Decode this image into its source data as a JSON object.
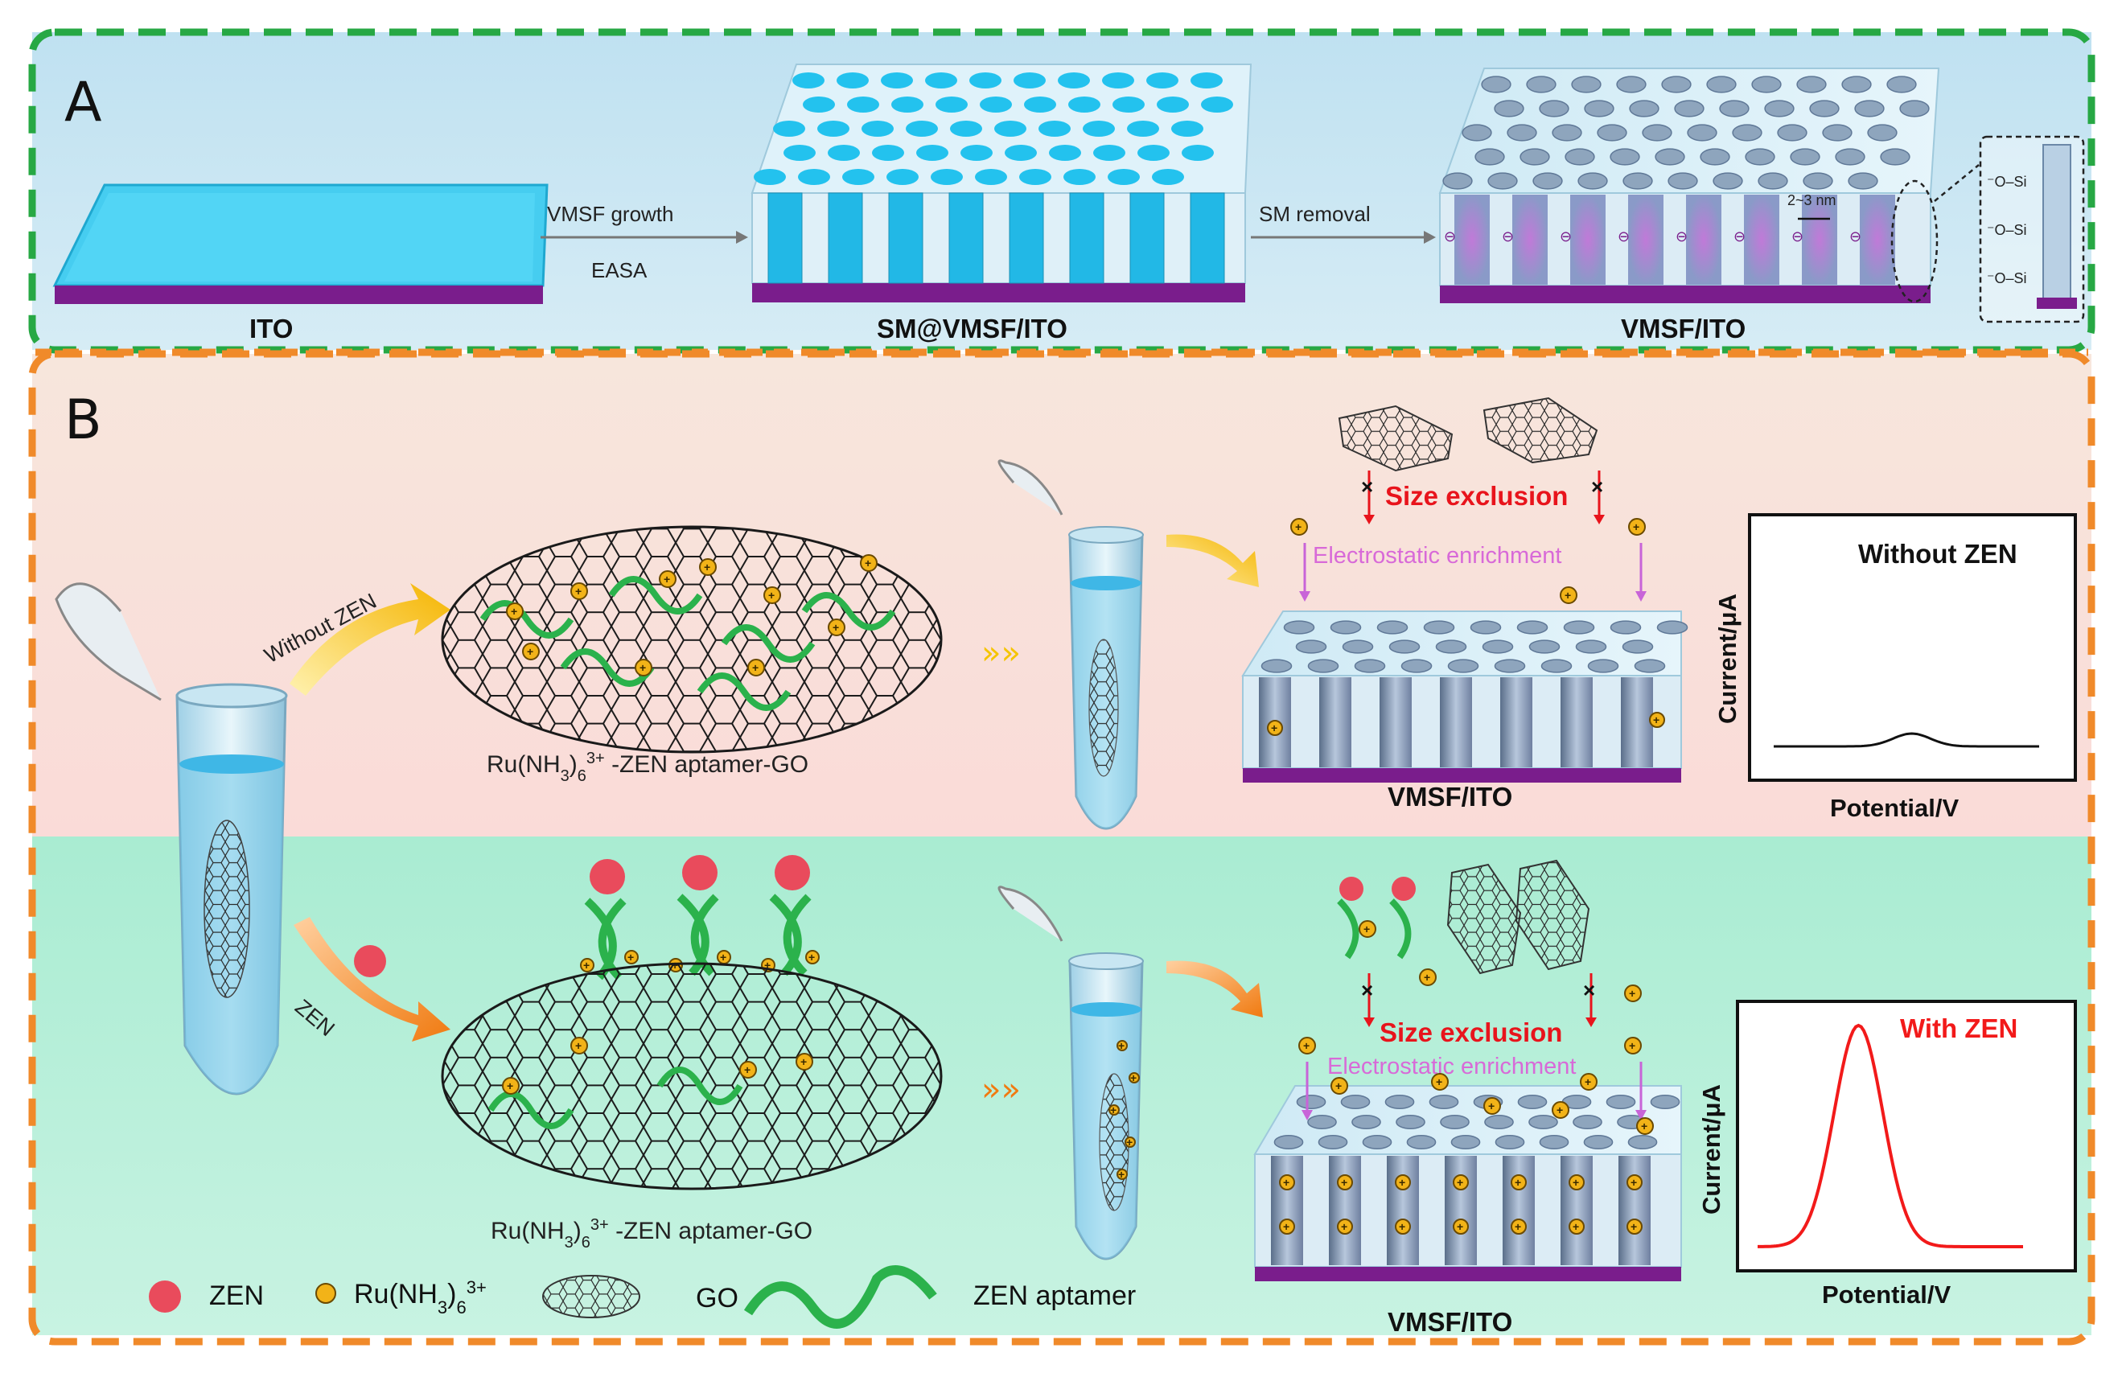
{
  "panel_a": {
    "letter": "A",
    "stage1_label": "ITO",
    "arrow1_top": "VMSF growth",
    "arrow1_bottom": "EASA",
    "stage2_label": "SM@VMSF/ITO",
    "arrow2_top": "SM removal",
    "stage3_label": "VMSF/ITO",
    "pore_size": "2~3 nm",
    "silanol_label": "⁻O–Si"
  },
  "panel_b": {
    "letter": "B",
    "branch_top_label": "Without ZEN",
    "branch_bottom_label": "ZEN",
    "complex_label_main": "Ru(NH",
    "complex_label_sub": "3",
    "complex_label_paren": ")",
    "complex_label_sub2": "6",
    "complex_label_sup": "3+",
    "complex_label_tail": " -ZEN aptamer-GO",
    "size_exclusion": "Size exclusion",
    "electrostatic": "Electrostatic enrichment",
    "electrode_label": "VMSF/ITO",
    "block_mark": "×"
  },
  "chart_top": {
    "title": "Without ZEN",
    "ylabel": "Current/μA",
    "xlabel": "Potential/V"
  },
  "chart_bottom": {
    "title": "With ZEN",
    "ylabel": "Current/μA",
    "xlabel": "Potential/V"
  },
  "legend": {
    "zen": "ZEN",
    "ru_main": "Ru(NH",
    "ru_sub": "3",
    "ru_paren": ")",
    "ru_sub2": "6",
    "ru_sup": "3+",
    "go": "GO",
    "aptamer": "ZEN aptamer"
  },
  "colors": {
    "frame_green": "#27a844",
    "divider_orange": "#f08a2a",
    "panel_a_bg": "#cde6f2",
    "top_bg": "#f8e1dc",
    "bottom_bg": "#c2f0da",
    "substrate_cyan": "#34c5ea",
    "substrate_purple": "#7a1d8c",
    "size_exclusion_red": "#e8141c",
    "electrostatic_pink": "#d86ad8",
    "peak_red": "#f21a1a",
    "aptamer_green": "#2bb24c",
    "zen_red": "#e94b5c",
    "ru_yellow": "#f2b318"
  }
}
